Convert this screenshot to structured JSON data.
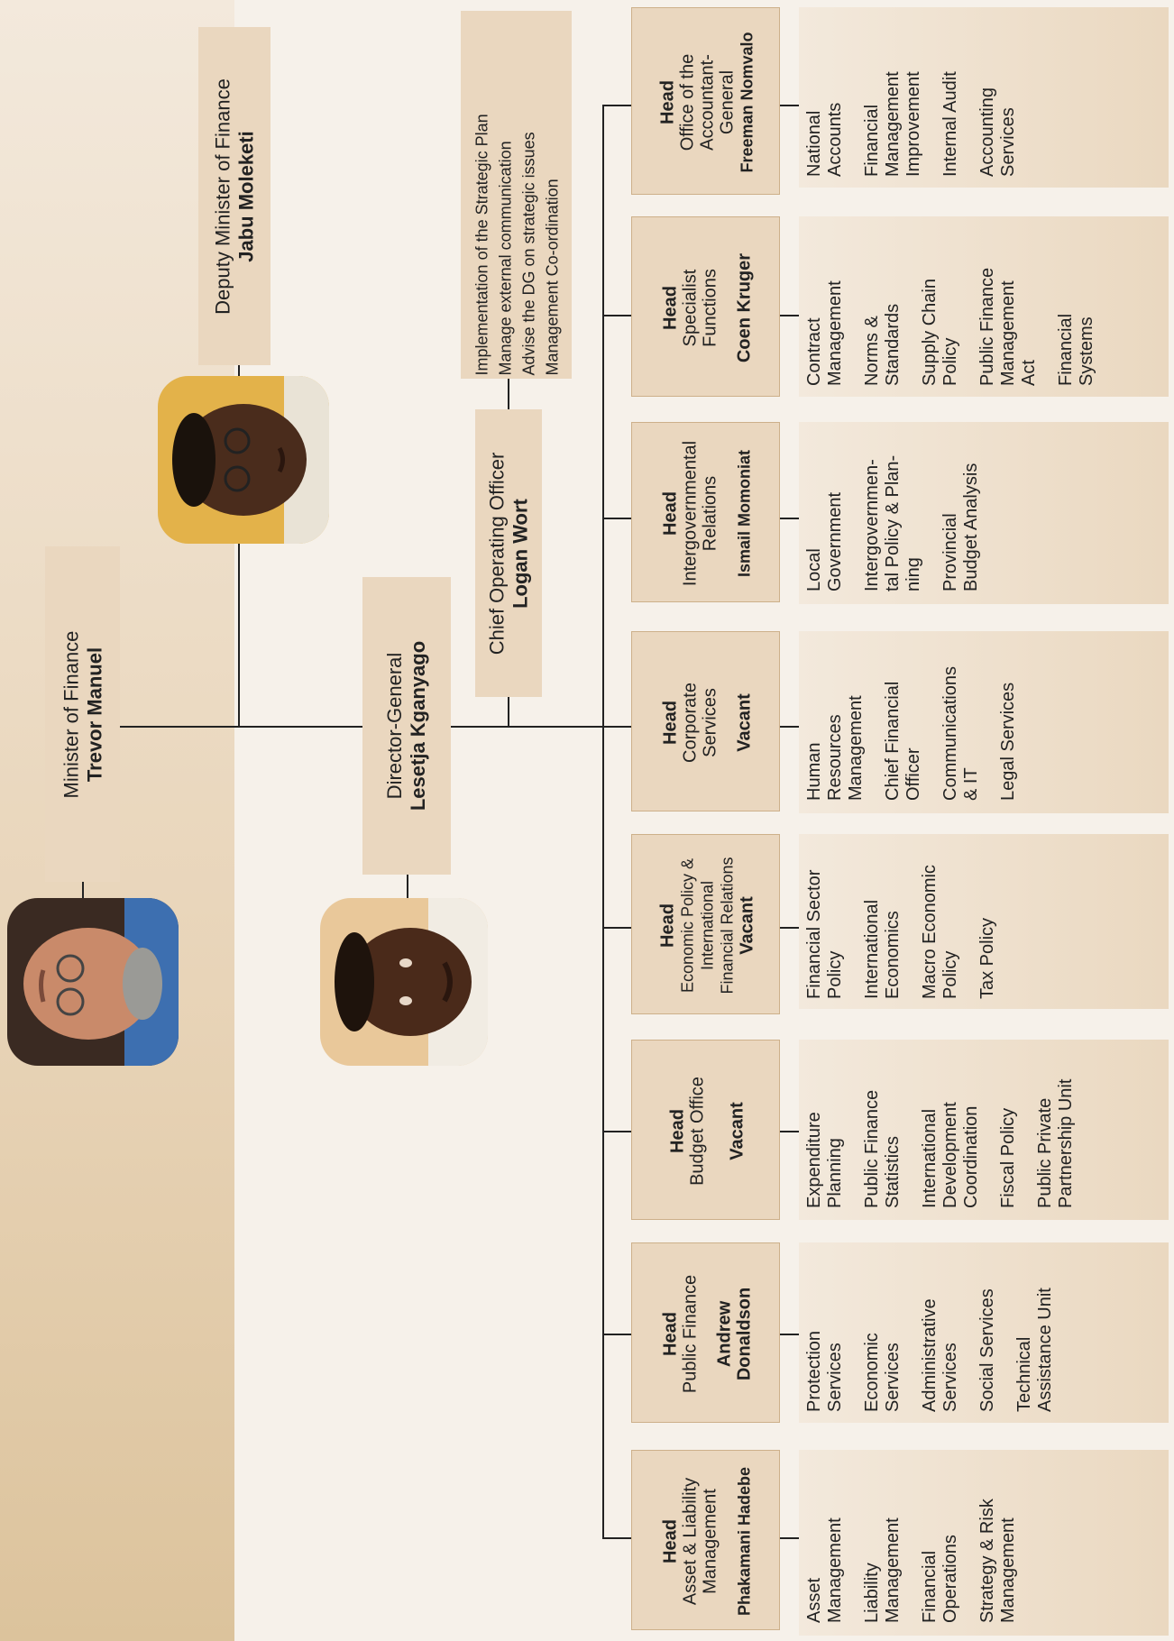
{
  "minister": {
    "title": "Minister of Finance",
    "name": "Trevor Manuel"
  },
  "deputy": {
    "title": "Deputy Minister of Finance",
    "name": "Jabu Moleketi"
  },
  "dg": {
    "title": "Director-General",
    "name": "Lesetja Kganyago"
  },
  "coo": {
    "title": "Chief Operating Officer",
    "name": "Logan Wort"
  },
  "strategy": [
    "Implementation of the Strategic Plan",
    "Manage external communication",
    "Advise the DG on strategic issues",
    "Management Co-ordination"
  ],
  "divisions": [
    {
      "head": "Head",
      "name1": "Asset & Liability",
      "name2": "Management",
      "person1": "Phakamani Hadebe",
      "person2": "",
      "subs": [
        [
          "Asset",
          "Management"
        ],
        [
          "Liability",
          "Management"
        ],
        [
          "Financial",
          "Operations"
        ],
        [
          "Strategy & Risk",
          "Management"
        ]
      ]
    },
    {
      "head": "Head",
      "name1": "Public Finance",
      "name2": "",
      "person1": "Andrew",
      "person2": "Donaldson",
      "subs": [
        [
          "Protection",
          "Services"
        ],
        [
          "Economic",
          "Services"
        ],
        [
          "Administrative",
          "Services"
        ],
        [
          "Social Services"
        ],
        [
          "Technical",
          "Assistance Unit"
        ]
      ]
    },
    {
      "head": "Head",
      "name1": "Budget Office",
      "name2": "",
      "person1": "Vacant",
      "person2": "",
      "subs": [
        [
          "Expenditure",
          "Planning"
        ],
        [
          "Public Finance",
          "Statistics"
        ],
        [
          "International",
          "Development",
          "Coordination"
        ],
        [
          "Fiscal Policy"
        ],
        [
          "Public Private",
          "Partnership Unit"
        ]
      ]
    },
    {
      "head": "Head",
      "name1": "Economic Policy &",
      "name2": "International",
      "name3": "Financial Relations",
      "person1": "Vacant",
      "person2": "",
      "subs": [
        [
          "Financial Sector",
          "Policy"
        ],
        [
          "International",
          "Economics"
        ],
        [
          "Macro Economic",
          "Policy"
        ],
        [
          "Tax Policy"
        ]
      ]
    },
    {
      "head": "Head",
      "name1": "Corporate",
      "name2": "Services",
      "person1": "Vacant",
      "person2": "",
      "subs": [
        [
          "Human",
          "Resources",
          "Management"
        ],
        [
          "Chief Financial",
          "Officer"
        ],
        [
          "Communications",
          "& IT"
        ],
        [
          "Legal Services"
        ]
      ]
    },
    {
      "head": "Head",
      "name1": "Intergovernmental",
      "name2": "Relations",
      "person1": "Ismail Momoniat",
      "person2": "",
      "subs": [
        [
          "Local",
          "Government"
        ],
        [
          "Intergovernmen-",
          "tal Policy & Plan-",
          "ning"
        ],
        [
          "Provincial",
          "Budget Analysis"
        ]
      ]
    },
    {
      "head": "Head",
      "name1": "Specialist",
      "name2": "Functions",
      "person1": "Coen Kruger",
      "person2": "",
      "subs": [
        [
          "Contract",
          "Management"
        ],
        [
          "Norms &",
          "Standards"
        ],
        [
          "Supply Chain",
          "Policy"
        ],
        [
          "Public Finance",
          "Management",
          "Act"
        ],
        [
          "Financial",
          "Systems"
        ]
      ]
    },
    {
      "head": "Head",
      "name1": "Office of the",
      "name2": "Accountant-",
      "name3": "General",
      "person1": "Freeman Nomvalo",
      "person2": "",
      "subs": [
        [
          "National",
          "Accounts"
        ],
        [
          "Financial",
          "Management",
          "Improvement"
        ],
        [
          "Internal Audit"
        ],
        [
          "Accounting",
          "Services"
        ]
      ]
    }
  ]
}
